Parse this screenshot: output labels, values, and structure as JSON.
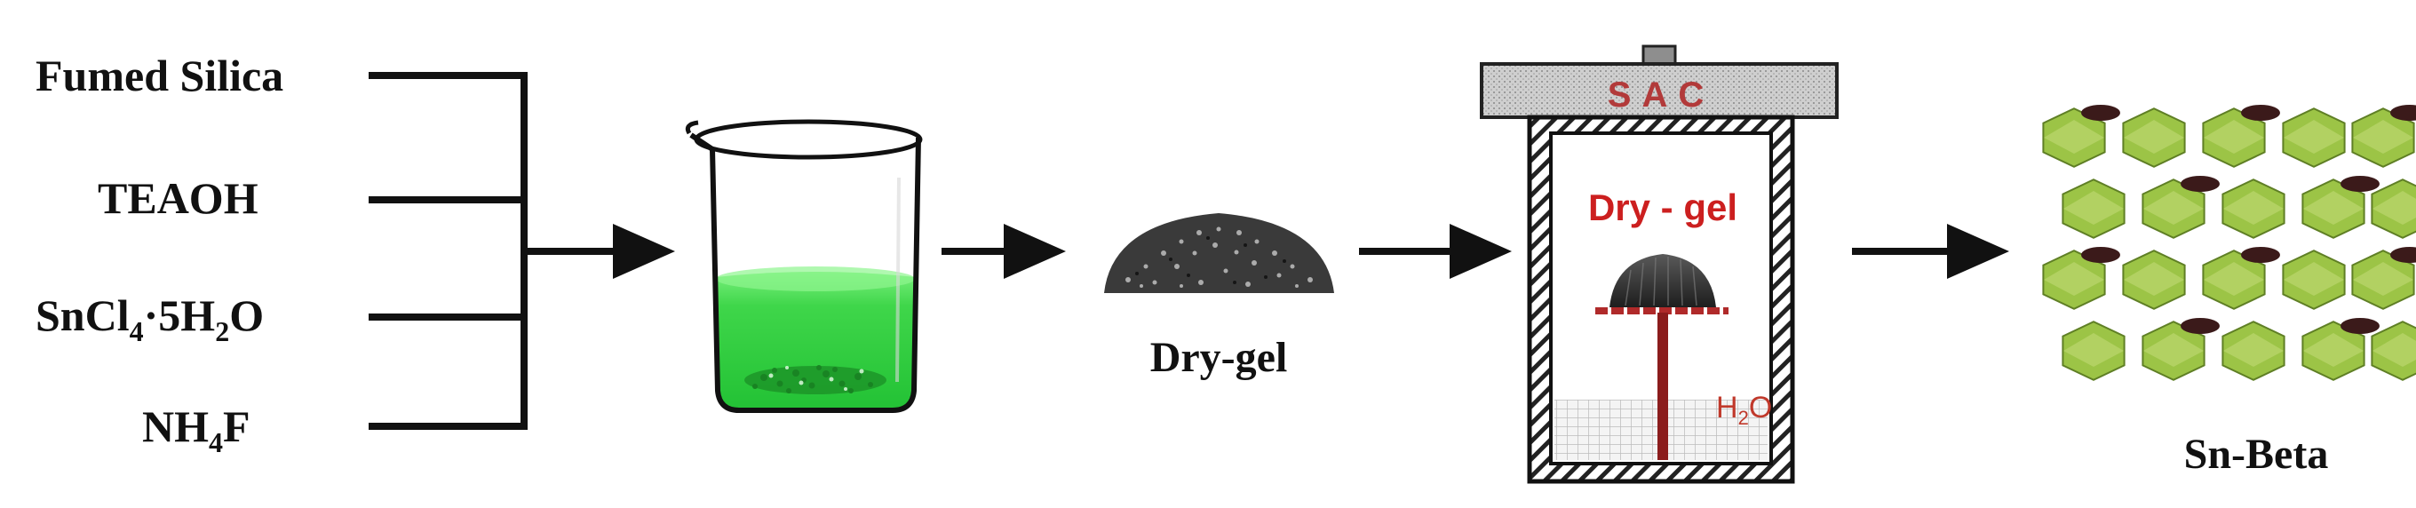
{
  "reagents": {
    "fumed_silica": "Fumed Silica",
    "teaoh": "TEAOH",
    "sncl4": {
      "sn": "SnCl",
      "sub4": "4",
      "mid": "·5H",
      "sub2": "2",
      "o": "O"
    },
    "nh4f": {
      "nh": "NH",
      "sub4": "4",
      "f": "F"
    }
  },
  "drygel_label": "Dry-gel",
  "autoclave": {
    "lid_label": "SAC",
    "inner_label": "Dry - gel",
    "water_label": {
      "h": "H",
      "sub2": "2",
      "o": "O"
    }
  },
  "product_label": "Sn-Beta",
  "colors": {
    "line": "#111111",
    "solution_green": "#2fd13c",
    "autoclave_red": "#c0392b",
    "zeolite_green": "#9cc446",
    "zeolite_dark": "#3b1a1a"
  }
}
